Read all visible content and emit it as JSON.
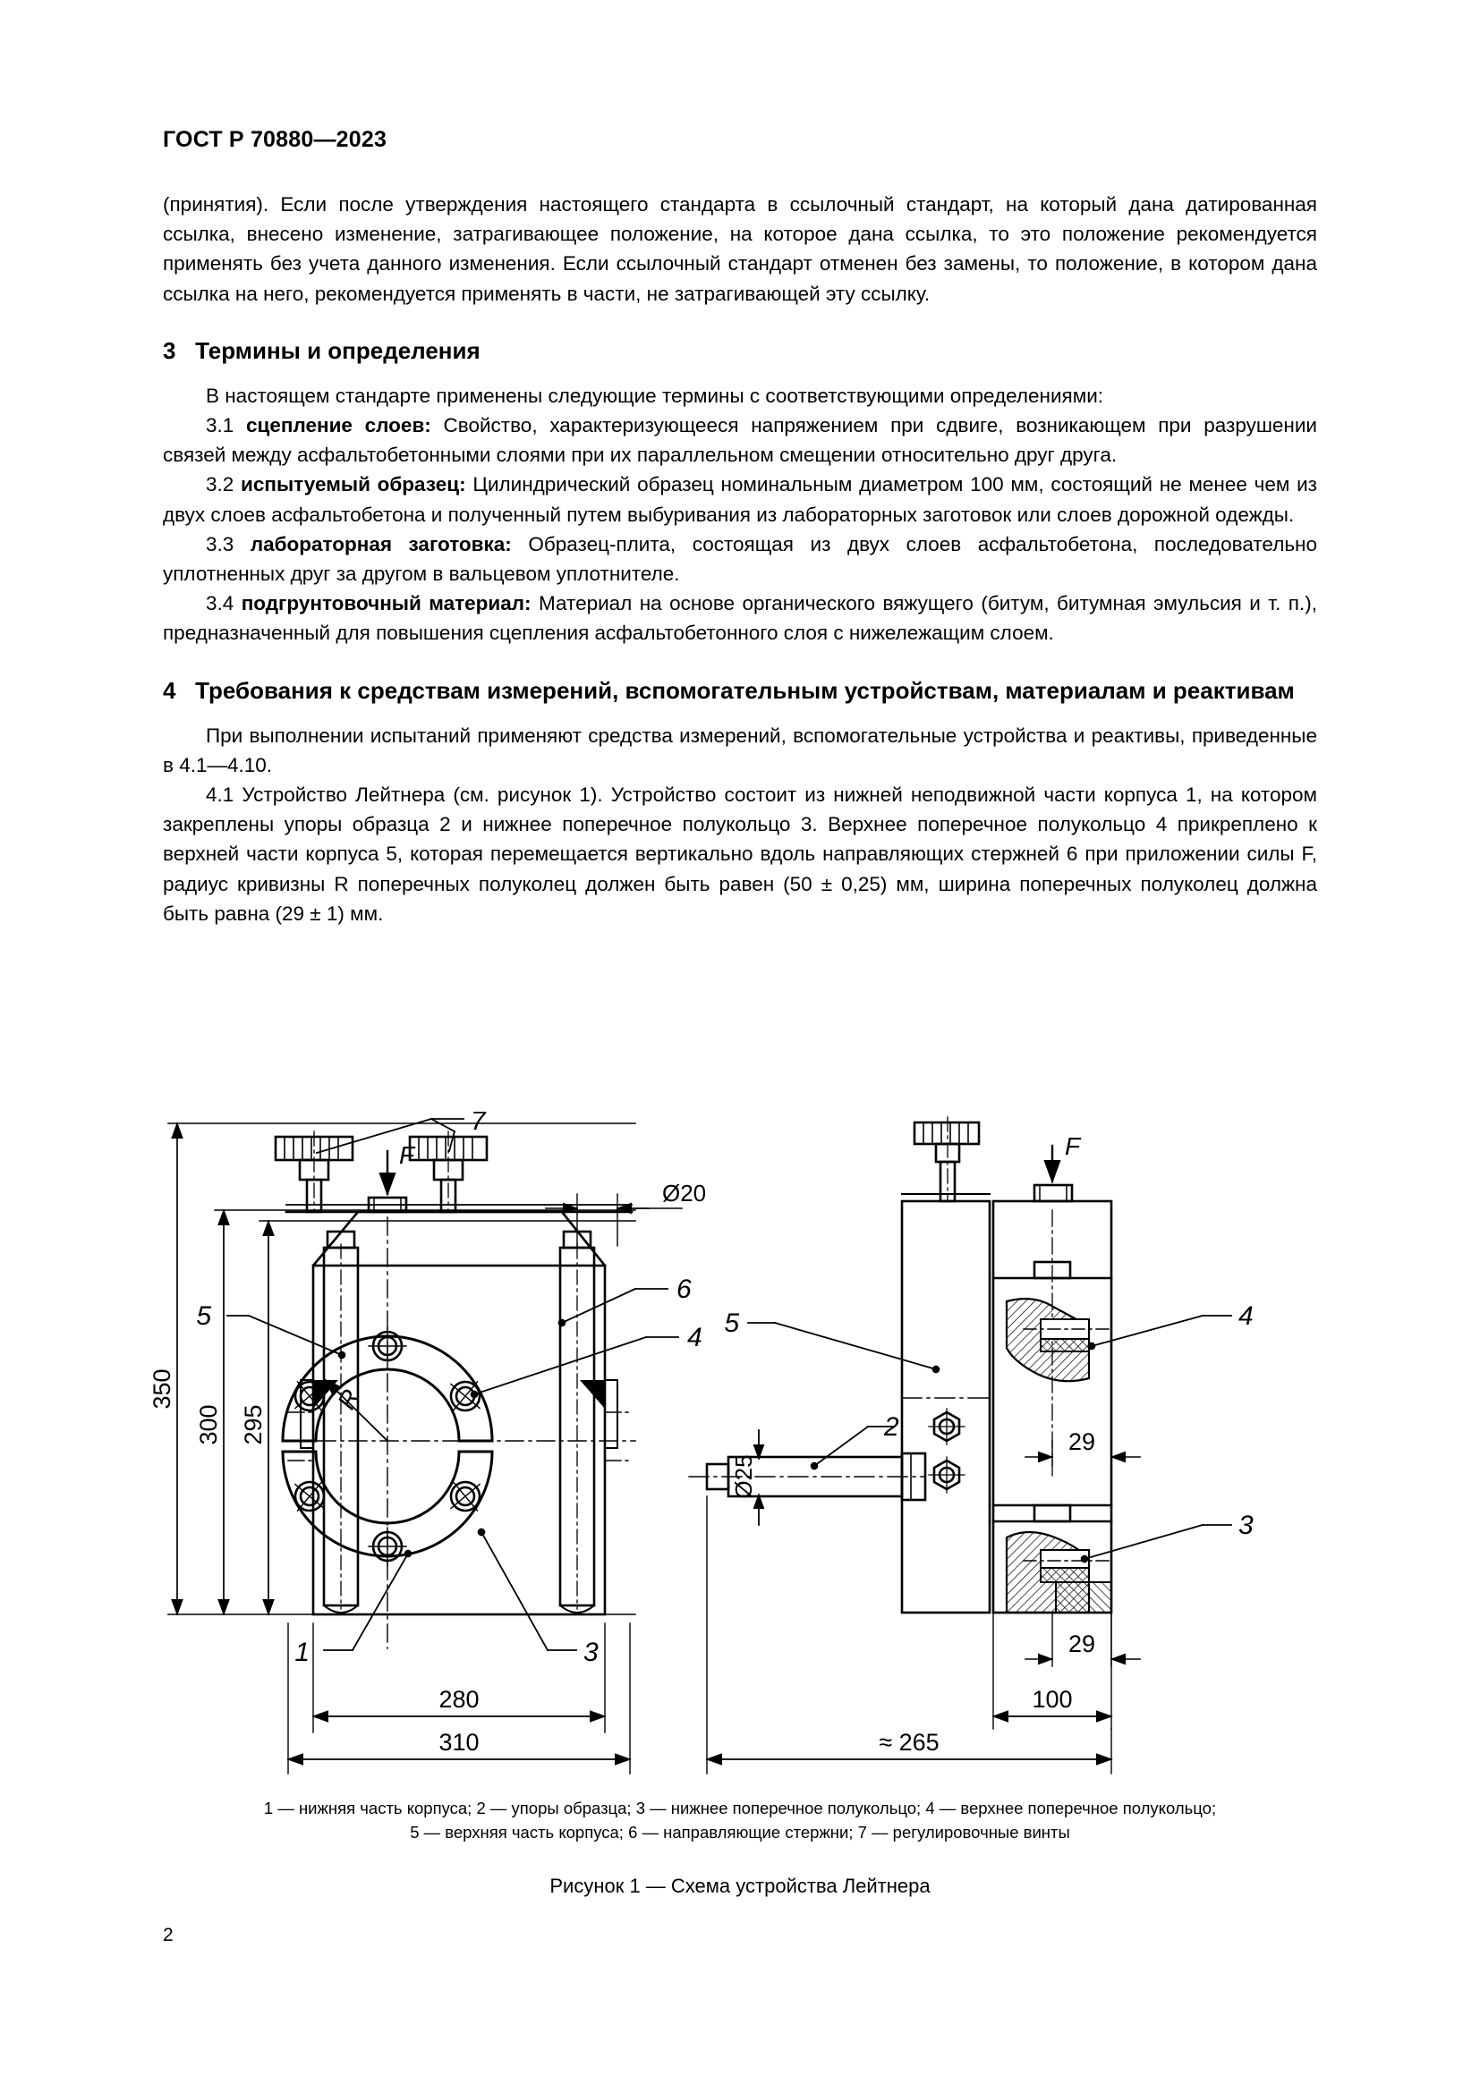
{
  "header": {
    "standard_id": "ГОСТ Р 70880—2023"
  },
  "intro": {
    "paragraph": "(принятия). Если после утверждения настоящего стандарта в ссылочный стандарт, на который дана датированная ссылка, внесено изменение, затрагивающее положение, на которое дана ссылка, то это положение рекомендуется применять без учета данного изменения. Если ссылочный стандарт отменен без замены, то положение, в котором дана ссылка на него, рекомендуется применять в части, не затрагивающей эту ссылку."
  },
  "section3": {
    "heading_number": "3",
    "heading_title": "Термины и определения",
    "lead": "В настоящем стандарте применены следующие термины с соответствующими определениями:",
    "definitions": [
      {
        "number": "3.1",
        "term": "сцепление слоев:",
        "text": "Свойство, характеризующееся напряжением при сдвиге, возникающем при разрушении связей между асфальтобетонными слоями при их параллельном смещении относительно друг друга."
      },
      {
        "number": "3.2",
        "term": "испытуемый образец:",
        "text": "Цилиндрический образец номинальным диаметром 100 мм, состоящий не менее чем из двух слоев асфальтобетона и полученный путем выбуривания из лабораторных заготовок или слоев дорожной одежды."
      },
      {
        "number": "3.3",
        "term": "лабораторная заготовка:",
        "text": "Образец-плита, состоящая из двух слоев асфальтобетона, последовательно уплотненных друг за другом в вальцевом уплотнителе."
      },
      {
        "number": "3.4",
        "term": "подгрунтовочный материал:",
        "text": "Материал на основе органического вяжущего (битум, битумная эмульсия и т. п.), предназначенный для повышения сцепления асфальтобетонного слоя с нижележащим слоем."
      }
    ]
  },
  "section4": {
    "heading_number": "4",
    "heading_title": "Требования к средствам измерений, вспомогательным устройствам, материалам и реактивам",
    "lead": "При выполнении испытаний применяют средства измерений, вспомогательные устройства и реактивы, приведенные в 4.1—4.10.",
    "item_4_1": "4.1 Устройство Лейтнера (см. рисунок 1). Устройство состоит из нижней неподвижной части корпуса 1, на котором закреплены упоры образца 2 и нижнее поперечное полукольцо 3. Верхнее поперечное полукольцо 4 прикреплено к верхней части корпуса 5, которая перемещается вертикально вдоль направляющих стержней 6 при приложении силы F, радиус кривизны R поперечных полуколец должен быть равен (50 ± 0,25) мм, ширина поперечных полуколец должна быть равна (29 ± 1) мм."
  },
  "figure": {
    "front_view": {
      "dimensions": {
        "height_total": "350",
        "height_mid": "300",
        "height_inner": "295",
        "width_inner": "280",
        "width_total": "310",
        "bolt_diameter": "Ø20",
        "radius_label": "R",
        "force_label": "F"
      },
      "callouts": {
        "c1": "1",
        "c3": "3",
        "c4": "4",
        "c5": "5",
        "c6": "6",
        "c7": "7"
      }
    },
    "side_view": {
      "dimensions": {
        "rod_diameter": "Ø25",
        "ring_width_top": "29",
        "ring_width_bottom": "29",
        "body_width": "100",
        "total_length": "≈ 265",
        "force_label": "F"
      },
      "callouts": {
        "c2": "2",
        "c3": "3",
        "c4": "4",
        "c5": "5"
      }
    },
    "legend_line1": "1 — нижняя часть корпуса; 2 — упоры образца; 3 — нижнее поперечное полукольцо; 4 — верхнее поперечное полукольцо;",
    "legend_line2": "5 — верхняя часть корпуса; 6 — направляющие стержни; 7 — регулировочные винты",
    "caption": "Рисунок 1 — Схема устройства Лейтнера"
  },
  "footer": {
    "page_number": "2"
  }
}
